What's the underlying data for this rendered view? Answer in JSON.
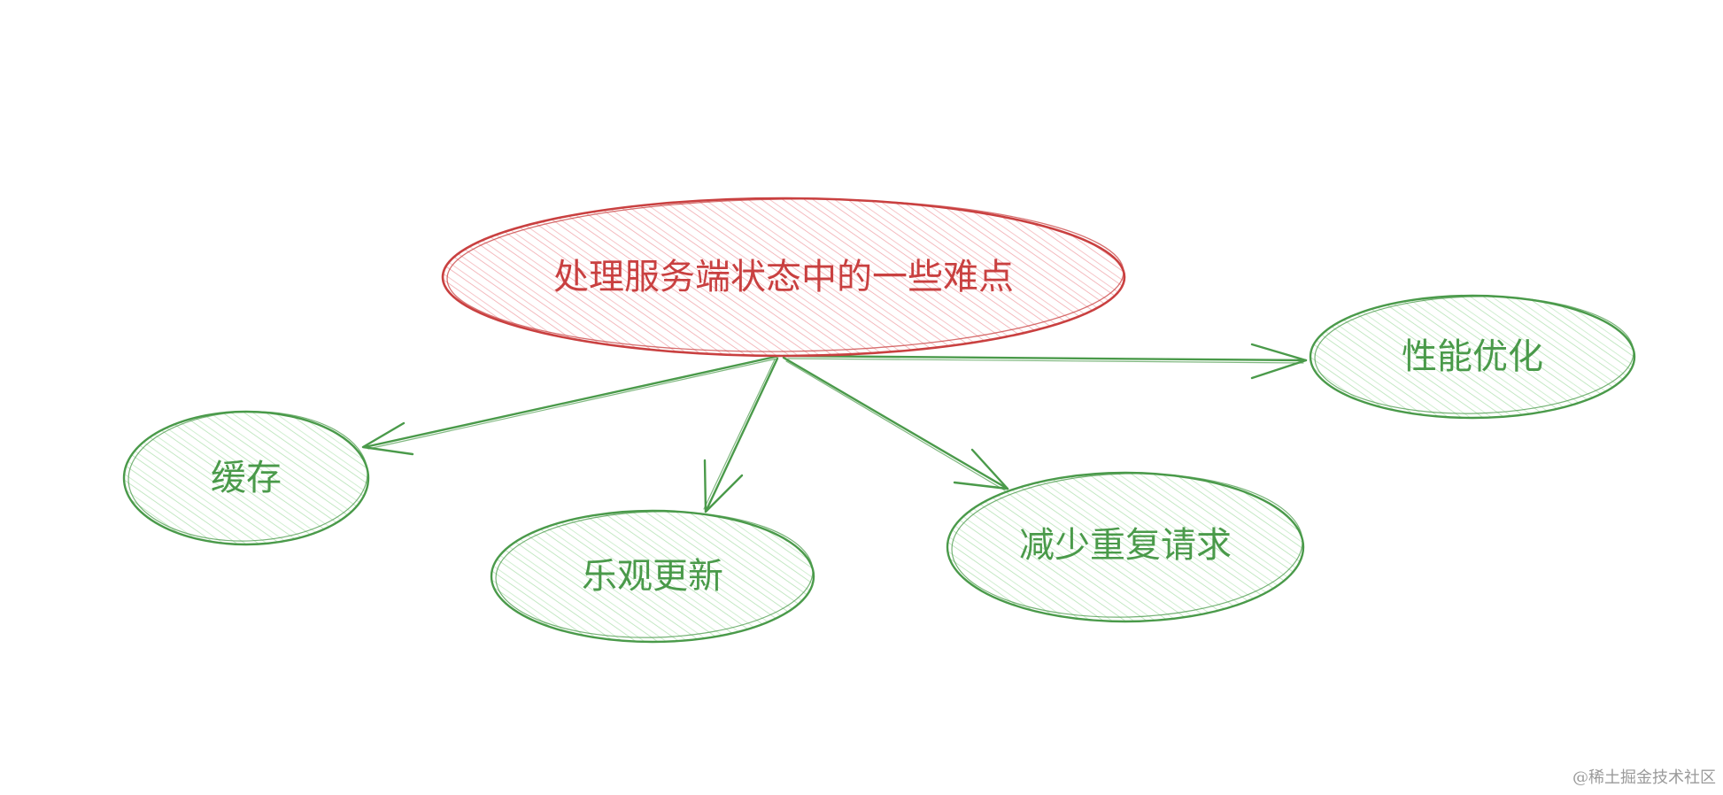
{
  "colors": {
    "root_stroke": "#c94040",
    "root_fill": "#f7c9cc",
    "root_text": "#c94040",
    "child_stroke": "#4a9a4a",
    "child_fill": "#c9ecc9",
    "child_text": "#4a9a4a"
  },
  "diagram": {
    "root": {
      "label": "处理服务端状态中的一些难点"
    },
    "children": [
      {
        "id": "cache",
        "label": "缓存"
      },
      {
        "id": "optimistic",
        "label": "乐观更新"
      },
      {
        "id": "dedupe",
        "label": "减少重复请求"
      },
      {
        "id": "perf",
        "label": "性能优化"
      }
    ]
  },
  "watermark": "@稀土掘金技术社区"
}
